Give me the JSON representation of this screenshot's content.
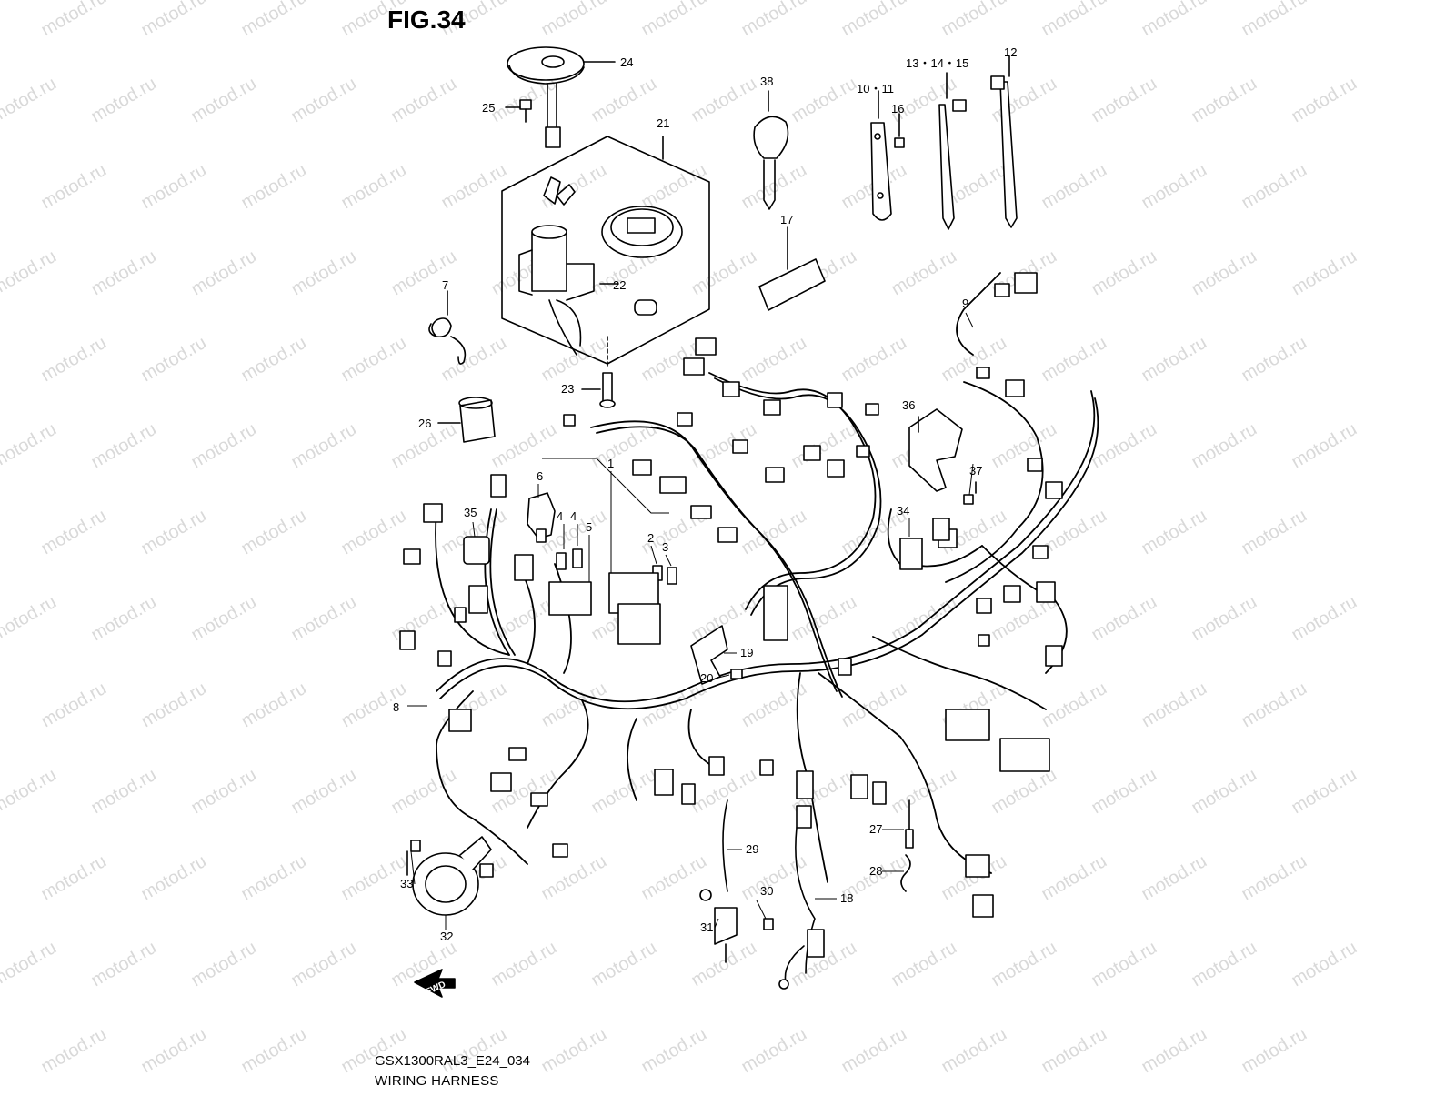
{
  "figure": {
    "title": "FIG.34",
    "code": "GSX1300RAL3_E24_034",
    "caption": "WIRING HARNESS",
    "watermark": "motod.ru",
    "fwd_label": "FWD"
  },
  "callouts": [
    {
      "id": "c24",
      "label": "24"
    },
    {
      "id": "c25",
      "label": "25"
    },
    {
      "id": "c21",
      "label": "21"
    },
    {
      "id": "c22",
      "label": "22"
    },
    {
      "id": "c23",
      "label": "23"
    },
    {
      "id": "c38",
      "label": "38"
    },
    {
      "id": "c1011",
      "label": "10・11"
    },
    {
      "id": "c16",
      "label": "16"
    },
    {
      "id": "c131415",
      "label": "13・14・15"
    },
    {
      "id": "c12",
      "label": "12"
    },
    {
      "id": "c17",
      "label": "17"
    },
    {
      "id": "c7",
      "label": "7"
    },
    {
      "id": "c9",
      "label": "9"
    },
    {
      "id": "c26",
      "label": "26"
    },
    {
      "id": "c36",
      "label": "36"
    },
    {
      "id": "c1",
      "label": "1"
    },
    {
      "id": "c6",
      "label": "6"
    },
    {
      "id": "c4a",
      "label": "4"
    },
    {
      "id": "c4b",
      "label": "4"
    },
    {
      "id": "c5",
      "label": "5"
    },
    {
      "id": "c2",
      "label": "2"
    },
    {
      "id": "c3",
      "label": "3"
    },
    {
      "id": "c35",
      "label": "35"
    },
    {
      "id": "c37",
      "label": "37"
    },
    {
      "id": "c34",
      "label": "34"
    },
    {
      "id": "c19",
      "label": "19"
    },
    {
      "id": "c20",
      "label": "20"
    },
    {
      "id": "c8",
      "label": "8"
    },
    {
      "id": "c29",
      "label": "29"
    },
    {
      "id": "c27",
      "label": "27"
    },
    {
      "id": "c28",
      "label": "28"
    },
    {
      "id": "c33",
      "label": "33"
    },
    {
      "id": "c30",
      "label": "30"
    },
    {
      "id": "c18",
      "label": "18"
    },
    {
      "id": "c31",
      "label": "31"
    },
    {
      "id": "c32",
      "label": "32"
    }
  ]
}
